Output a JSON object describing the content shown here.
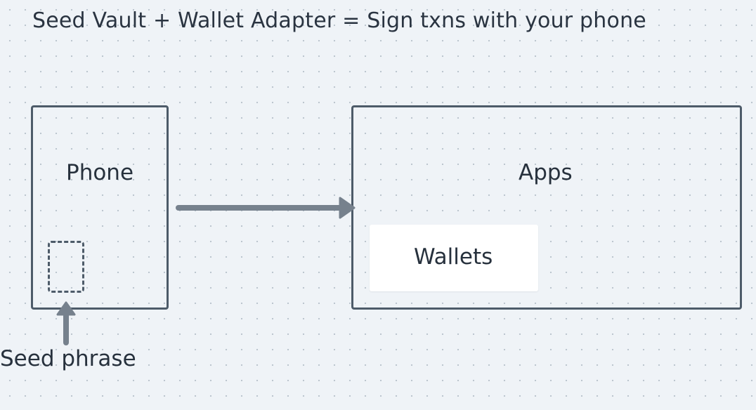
{
  "title": "Seed Vault + Wallet Adapter = Sign txns with your phone",
  "nodes": {
    "phone": {
      "label": "Phone"
    },
    "apps": {
      "label": "Apps"
    },
    "wallets": {
      "label": "Wallets"
    },
    "seed_phrase": {
      "label": "Seed phrase"
    }
  },
  "colors": {
    "background": "#eff3f7",
    "stroke": "#4d5b69",
    "arrow": "#76818d",
    "text": "#27313d",
    "card": "#ffffff"
  }
}
